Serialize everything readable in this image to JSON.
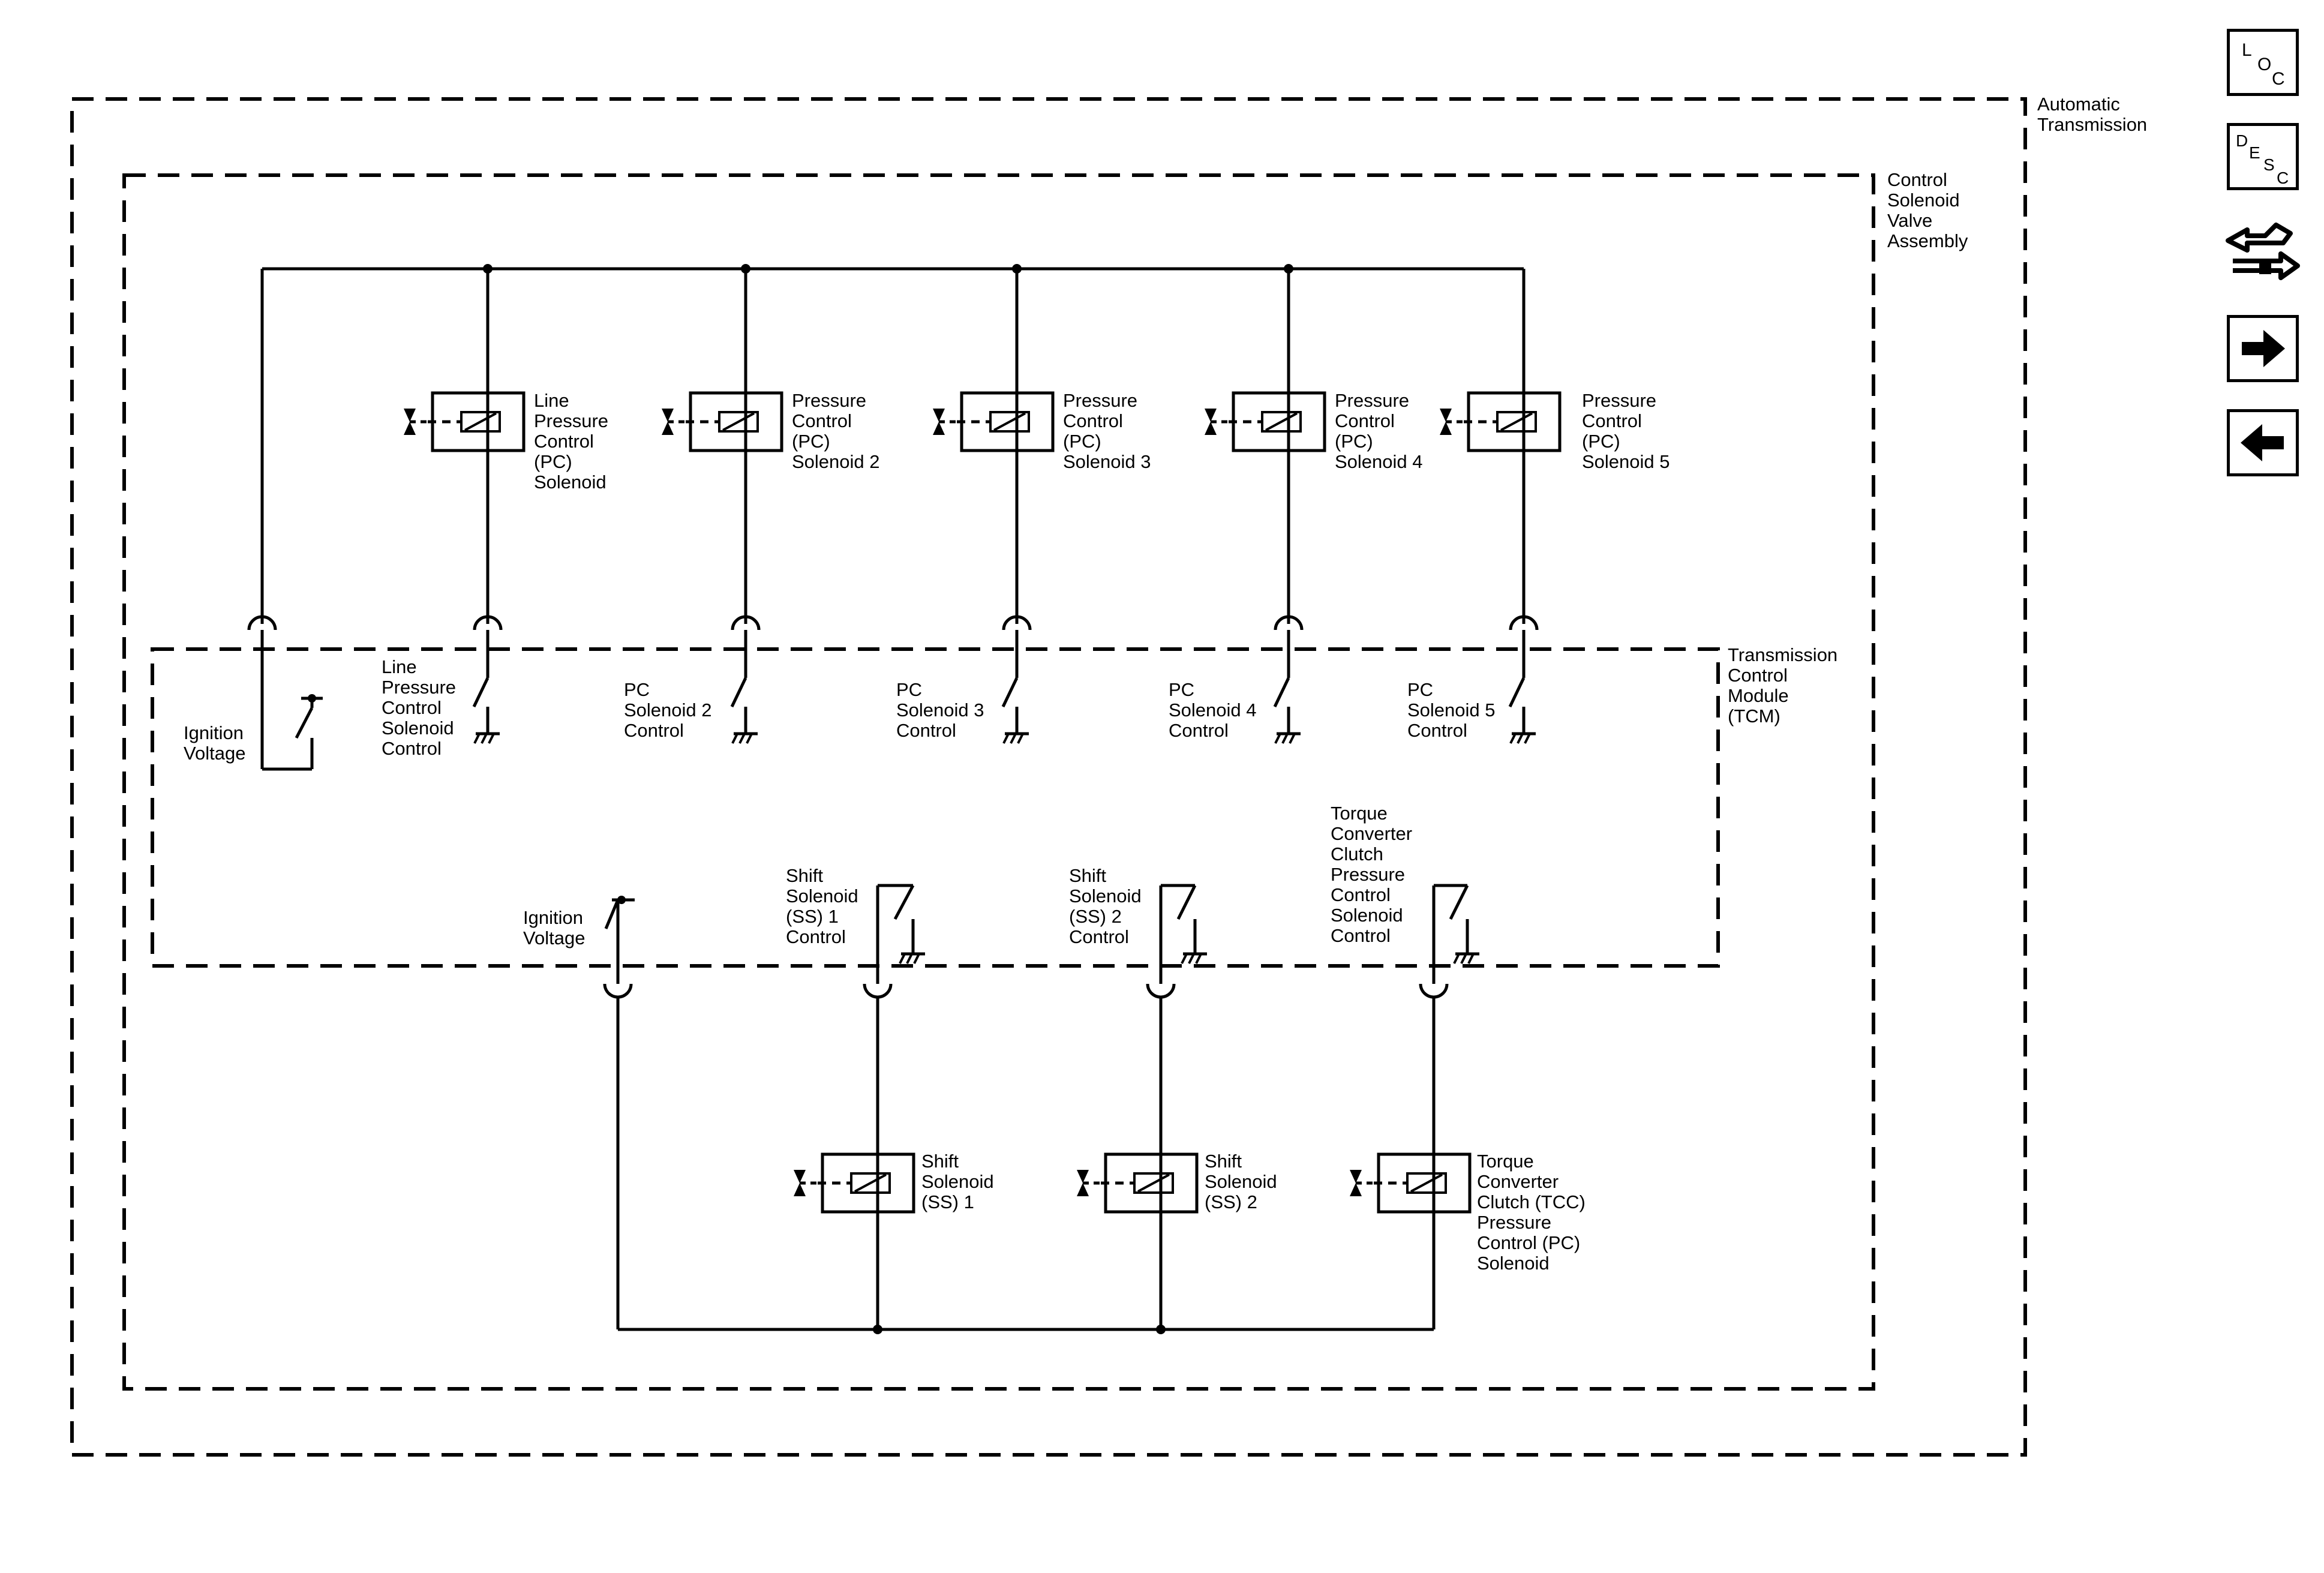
{
  "boundaries": {
    "automatic_transmission": "Automatic\nTransmission",
    "control_solenoid_valve_assembly": "Control\nSolenoid\nValve\nAssembly",
    "transmission_control_module": "Transmission\nControl\nModule\n(TCM)"
  },
  "solenoids": {
    "line_pc": "Line\nPressure\nControl\n(PC)\nSolenoid",
    "pc2": "Pressure\nControl\n(PC)\nSolenoid 2",
    "pc3": "Pressure\nControl\n(PC)\nSolenoid 3",
    "pc4": "Pressure\nControl\n(PC)\nSolenoid 4",
    "pc5": "Pressure\nControl\n(PC)\nSolenoid 5",
    "ss1": "Shift\nSolenoid\n(SS) 1",
    "ss2": "Shift\nSolenoid\n(SS) 2",
    "tcc": "Torque\nConverter\nClutch (TCC)\nPressure\nControl (PC)\nSolenoid"
  },
  "tcm_circuits": {
    "ignition_voltage_upper": "Ignition\nVoltage",
    "line_pc_control": "Line\nPressure\nControl\nSolenoid\nControl",
    "pc2_control": "PC\nSolenoid 2\nControl",
    "pc3_control": "PC\nSolenoid 3\nControl",
    "pc4_control": "PC\nSolenoid 4\nControl",
    "pc5_control": "PC\nSolenoid 5\nControl",
    "ignition_voltage_lower": "Ignition\nVoltage",
    "ss1_control": "Shift\nSolenoid\n(SS) 1\nControl",
    "ss2_control": "Shift\nSolenoid\n(SS) 2\nControl",
    "tcc_control": "Torque\nConverter\nClutch\nPressure\nControl\nSolenoid\nControl"
  },
  "nav_buttons": {
    "loc": {
      "l": "L",
      "o": "O",
      "c": "C"
    },
    "desc": {
      "d": "D",
      "e": "E",
      "s": "S",
      "c": "C"
    },
    "icons": [
      "loc-icon",
      "desc-icon",
      "connector-icon",
      "next-arrow-icon",
      "previous-arrow-icon"
    ]
  }
}
